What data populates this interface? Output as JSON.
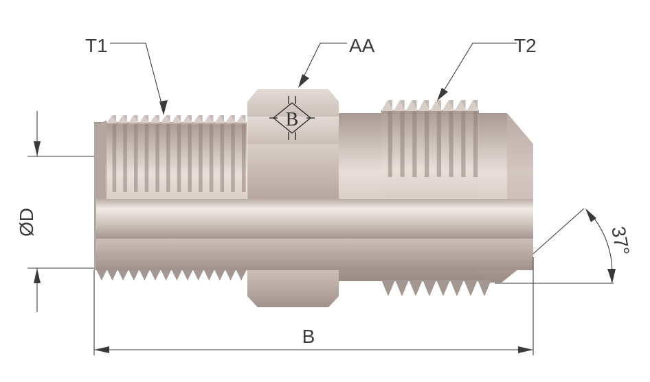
{
  "labels": {
    "t1": "T1",
    "aa": "AA",
    "t2": "T2",
    "d": "ØD",
    "b": "B",
    "angle": "37°"
  },
  "logo_letter": "B",
  "colors": {
    "metal_light": "#e6ddd8",
    "metal_mid": "#c9bcb5",
    "metal_dark": "#9a8b84",
    "line": "#3a3a3a"
  }
}
